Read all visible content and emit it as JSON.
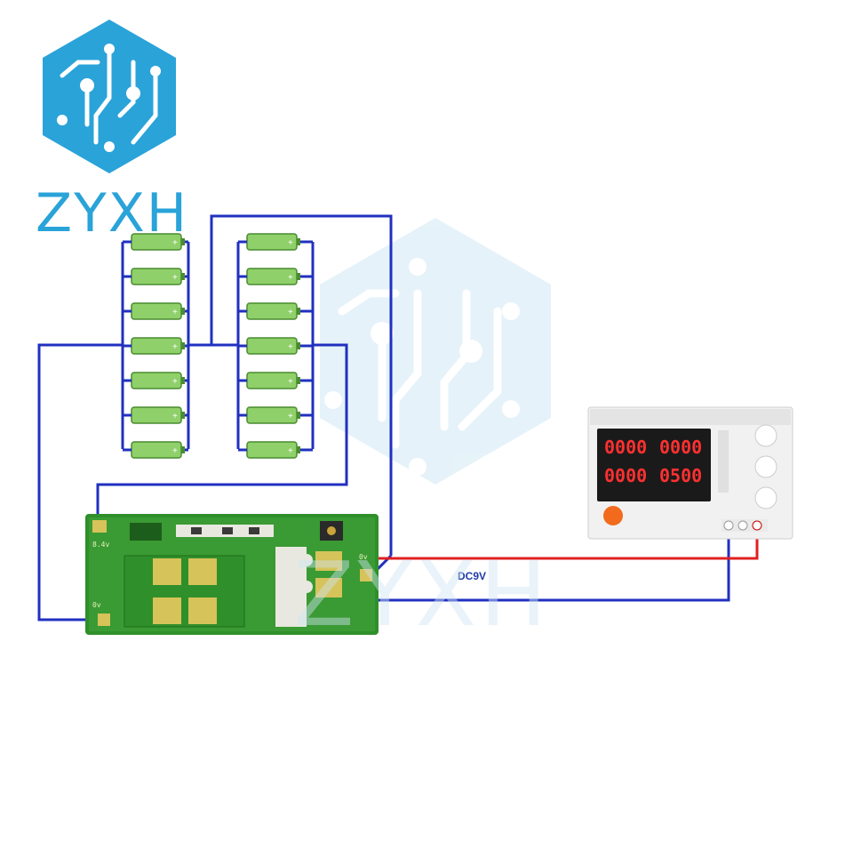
{
  "brand": {
    "name": "ZYXH",
    "watermark": "ZYXH",
    "color": "#2aa3d9"
  },
  "wiring": {
    "dc_label": "DC9V",
    "positive_wire_color": "#e02020",
    "negative_wire_color": "#2030c0"
  },
  "battery_pack": {
    "cells_per_group": 7,
    "groups": 2,
    "cell_color": "#8fd06a"
  },
  "bms_board": {
    "label_top": "8.4v",
    "label_bottom": "0v",
    "label_mid": "0v",
    "board_color": "#2f8f2a"
  },
  "power_supply": {
    "display_rows": [
      [
        "0000",
        "0000"
      ],
      [
        "0000",
        "0500"
      ]
    ],
    "display_color": "#ff3030"
  }
}
